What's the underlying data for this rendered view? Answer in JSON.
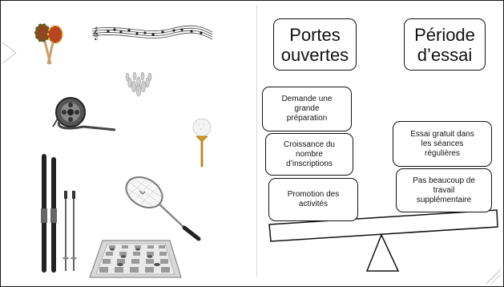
{
  "titles": {
    "left": "Portes\nouvertes",
    "right": "Période\nd’essai"
  },
  "left_cards": [
    "Demande une\ngrande\npréparation",
    "Croissance du\nnombre\nd’inscriptions",
    "Promotion des\nactivités"
  ],
  "right_cards": [
    "Essai gratuit dans\nles séances\nrégulières",
    "Pas beaucoup de\ntravail\nsupplémentaire"
  ],
  "images": [
    "maracas-icon",
    "music-staff-icon",
    "bowling-pins-icon",
    "film-reel-icon",
    "golf-ball-tee-icon",
    "skis-and-poles-icon",
    "badminton-racket-icon",
    "checkers-board-icon"
  ],
  "colors": {
    "border": "#111111",
    "background": "#ffffff"
  }
}
